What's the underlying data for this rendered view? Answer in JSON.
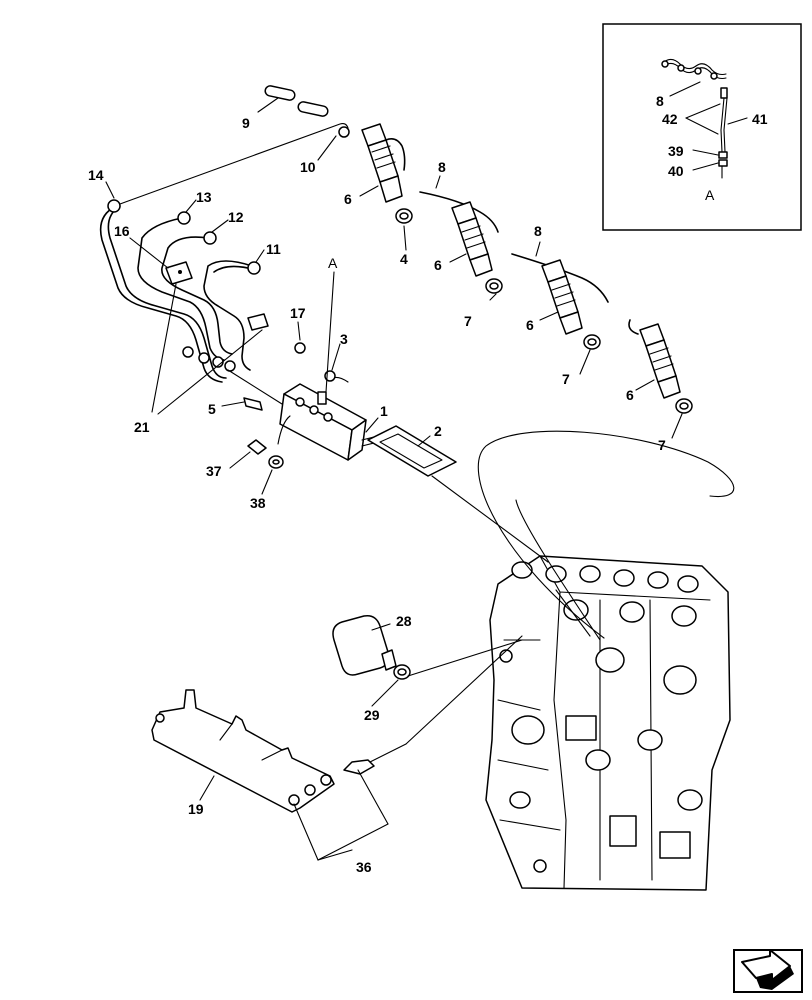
{
  "diagram": {
    "callouts": {
      "c1": "1",
      "c2": "2",
      "c3": "3",
      "c4": "4",
      "c5": "5",
      "c6a": "6",
      "c6b": "6",
      "c6c": "6",
      "c6d": "6",
      "c7a": "7",
      "c7b": "7",
      "c7c": "7",
      "c8a": "8",
      "c8b": "8",
      "c9": "9",
      "c10": "10",
      "c11": "11",
      "c12": "12",
      "c13": "13",
      "c14": "14",
      "c16": "16",
      "c17": "17",
      "c19": "19",
      "c21": "21",
      "c28": "28",
      "c29": "29",
      "c36": "36",
      "c37": "37",
      "c38": "38",
      "refA": "A"
    },
    "inset": {
      "c8": "8",
      "c42": "42",
      "c41": "41",
      "c39": "39",
      "c40": "40",
      "refA": "A"
    },
    "nav_icon": "next-page-arrow-icon"
  }
}
